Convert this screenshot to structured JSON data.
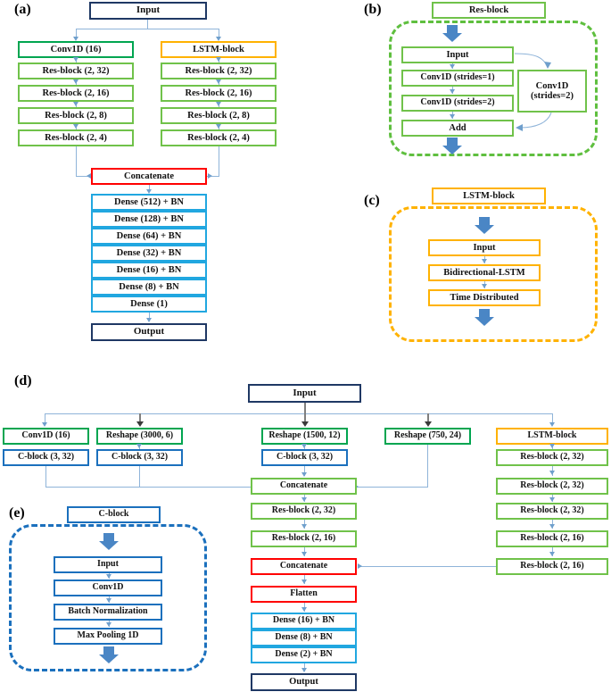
{
  "panels": {
    "a": {
      "label": "(a)"
    },
    "b": {
      "label": "(b)"
    },
    "c": {
      "label": "(c)"
    },
    "d": {
      "label": "(d)"
    },
    "e": {
      "label": "(e)"
    }
  },
  "colors": {
    "navy": "#1f3864",
    "green": "#00a550",
    "light_green": "#70c24a",
    "amber": "#ffb200",
    "red": "#ff0000",
    "cyan": "#21a7e0",
    "blue": "#1b70bd",
    "arrow": "#8fb4d9",
    "block_arrow": "#4a86c5"
  },
  "panel_a": {
    "input": "Input",
    "left_branch": [
      "Conv1D (16)",
      "Res-block (2, 32)",
      "Res-block (2, 16)",
      "Res-block (2, 8)",
      "Res-block (2, 4)"
    ],
    "right_branch": [
      "LSTM-block",
      "Res-block (2, 32)",
      "Res-block (2, 16)",
      "Res-block (2, 8)",
      "Res-block (2, 4)"
    ],
    "concatenate": "Concatenate",
    "dense_stack": [
      "Dense (512) + BN",
      "Dense (128) + BN",
      "Dense (64) + BN",
      "Dense (32) + BN",
      "Dense (16) + BN",
      "Dense (8) + BN",
      "Dense (1)"
    ],
    "output": "Output"
  },
  "panel_b": {
    "title": "Res-block",
    "main_chain": [
      "Input",
      "Conv1D (strides=1)",
      "Conv1D (strides=2)",
      "Add"
    ],
    "shortcut": "Conv1D\n(strides=2)",
    "shortcut_line1": "Conv1D",
    "shortcut_line2": "(strides=2)"
  },
  "panel_c": {
    "title": "LSTM-block",
    "chain": [
      "Input",
      "Bidirectional-LSTM",
      "Time Distributed"
    ]
  },
  "panel_d": {
    "input": "Input",
    "columns": [
      {
        "top": "Conv1D (16)",
        "second": "C-block (3, 32)"
      },
      {
        "top": "Reshape (3000, 6)",
        "second": "C-block (3, 32)"
      },
      {
        "top": "Reshape (1500, 12)",
        "second": "C-block (3, 32)"
      },
      {
        "top": "Reshape (750, 24)",
        "second": null
      },
      {
        "top": "LSTM-block",
        "second": "Res-block (2, 32)"
      }
    ],
    "center_stack": [
      "Concatenate",
      "Res-block (2, 32)",
      "Res-block (2, 16)"
    ],
    "concatenate2": "Concatenate",
    "flatten": "Flatten",
    "dense_stack": [
      "Dense (16) + BN",
      "Dense (8) + BN",
      "Dense (2) + BN"
    ],
    "output": "Output",
    "right_stack": [
      "Res-block (2, 32)",
      "Res-block (2, 32)",
      "Res-block (2, 32)",
      "Res-block (2, 16)",
      "Res-block (2, 16)"
    ]
  },
  "panel_e": {
    "title": "C-block",
    "chain": [
      "Input",
      "Conv1D",
      "Batch Normalization",
      "Max Pooling 1D"
    ]
  }
}
